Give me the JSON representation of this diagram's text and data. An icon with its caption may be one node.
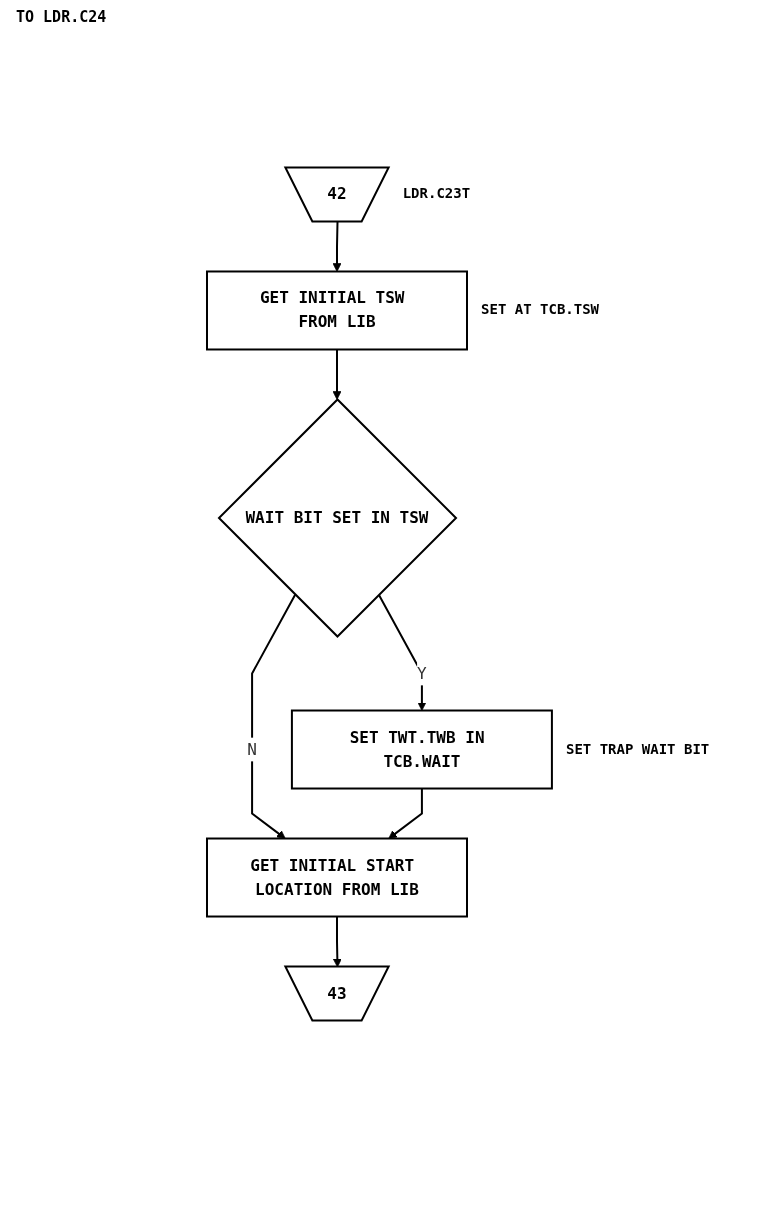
{
  "diagram": {
    "nodes": [
      {
        "text": [
          "42"
        ],
        "beside": [
          "LDR.C23T"
        ]
      },
      {
        "text": [
          "GET INITIAL TSW FROM LIB"
        ],
        "beside": [
          "SET AT TCB.TSW"
        ]
      },
      {
        "text": [
          "WAIT BIT SET IN TSW"
        ]
      },
      {
        "text": [
          "SET TWT.TWB IN TCB.WAIT"
        ],
        "beside": [
          "SET TRAP WAIT BIT"
        ]
      },
      {
        "text": [
          "GET INITIAL START LOCATION FROM LIB"
        ]
      },
      {
        "text": [
          "43"
        ]
      }
    ],
    "edges": [
      {
        "from": 0,
        "to": 1,
        "arrow": "to"
      },
      {
        "from": 1,
        "to": 2,
        "arrow": "to"
      },
      {
        "from": 2,
        "to": 3,
        "arrow": "to",
        "label": "Y"
      },
      {
        "from": 2,
        "to": 4,
        "arrow": "to",
        "label": "N"
      },
      {
        "from": 3,
        "to": 4,
        "arrow": "to"
      },
      {
        "from": 4,
        "to": 5,
        "arrow": "to"
      }
    ],
    "labels": [
      "TO LDR.C24"
    ]
  }
}
